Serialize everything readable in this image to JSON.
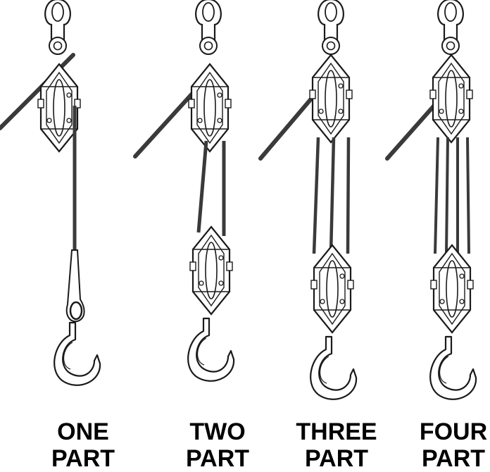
{
  "diagrams": [
    {
      "id": "one",
      "line1": "ONE",
      "line2": "PART",
      "parts": 1
    },
    {
      "id": "two",
      "line1": "TWO",
      "line2": "PART",
      "parts": 2
    },
    {
      "id": "three",
      "line1": "THREE",
      "line2": "PART",
      "parts": 3
    },
    {
      "id": "four",
      "line1": "FOUR",
      "line2": "PART",
      "parts": 4
    }
  ],
  "colors": {
    "ink": "#1a1a1a",
    "rope": "#4a4a4a",
    "paper": "#ffffff"
  }
}
